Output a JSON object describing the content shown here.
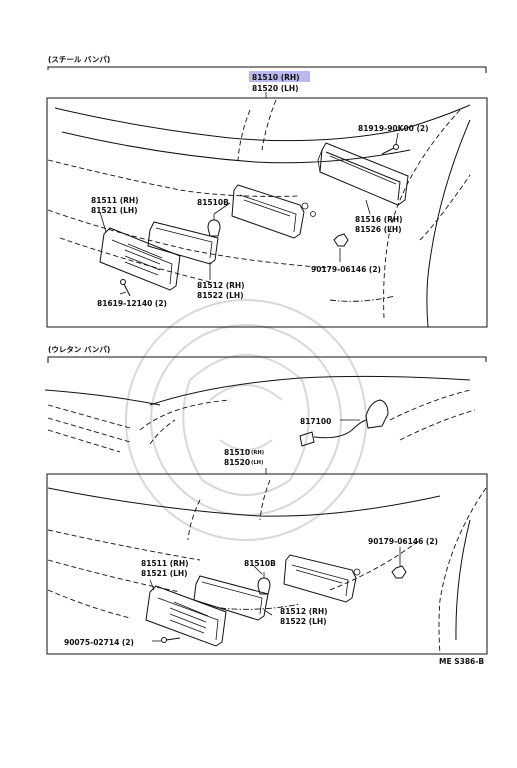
{
  "diagram": {
    "section_steel": "(スチール バンパ)",
    "section_urethane": "(ウレタン バンパ)",
    "highlighted_part_rh": "81510 (RH)",
    "highlighted_part_lh": "81520 (LH)",
    "figure_code": "ME S386-B",
    "highlight_color": "#b9b9f0",
    "steel_parts": {
      "screw_top": "81919-90K00 (2)",
      "lens_rh": "81511 (RH)",
      "lens_lh": "81521 (LH)",
      "bulb": "81510B",
      "housing_rh": "81516 (RH)",
      "housing_lh": "81526 (LH)",
      "nut": "90179-06146 (2)",
      "gasket_rh": "81512 (RH)",
      "gasket_lh": "81522 (LH)",
      "screw_bottom": "81619-12140 (2)"
    },
    "urethane_parts": {
      "socket": "817100",
      "lamp_rh": "81510",
      "lamp_rh_suffix": "(RH)",
      "lamp_lh": "81520",
      "lamp_lh_suffix": "(LH)",
      "nut": "90179-06146 (2)",
      "lens_rh": "81511 (RH)",
      "lens_lh": "81521 (LH)",
      "bulb": "81510B",
      "gasket_rh": "81512 (RH)",
      "gasket_lh": "81522 (LH)",
      "screw": "90075-02714 (2)"
    }
  }
}
